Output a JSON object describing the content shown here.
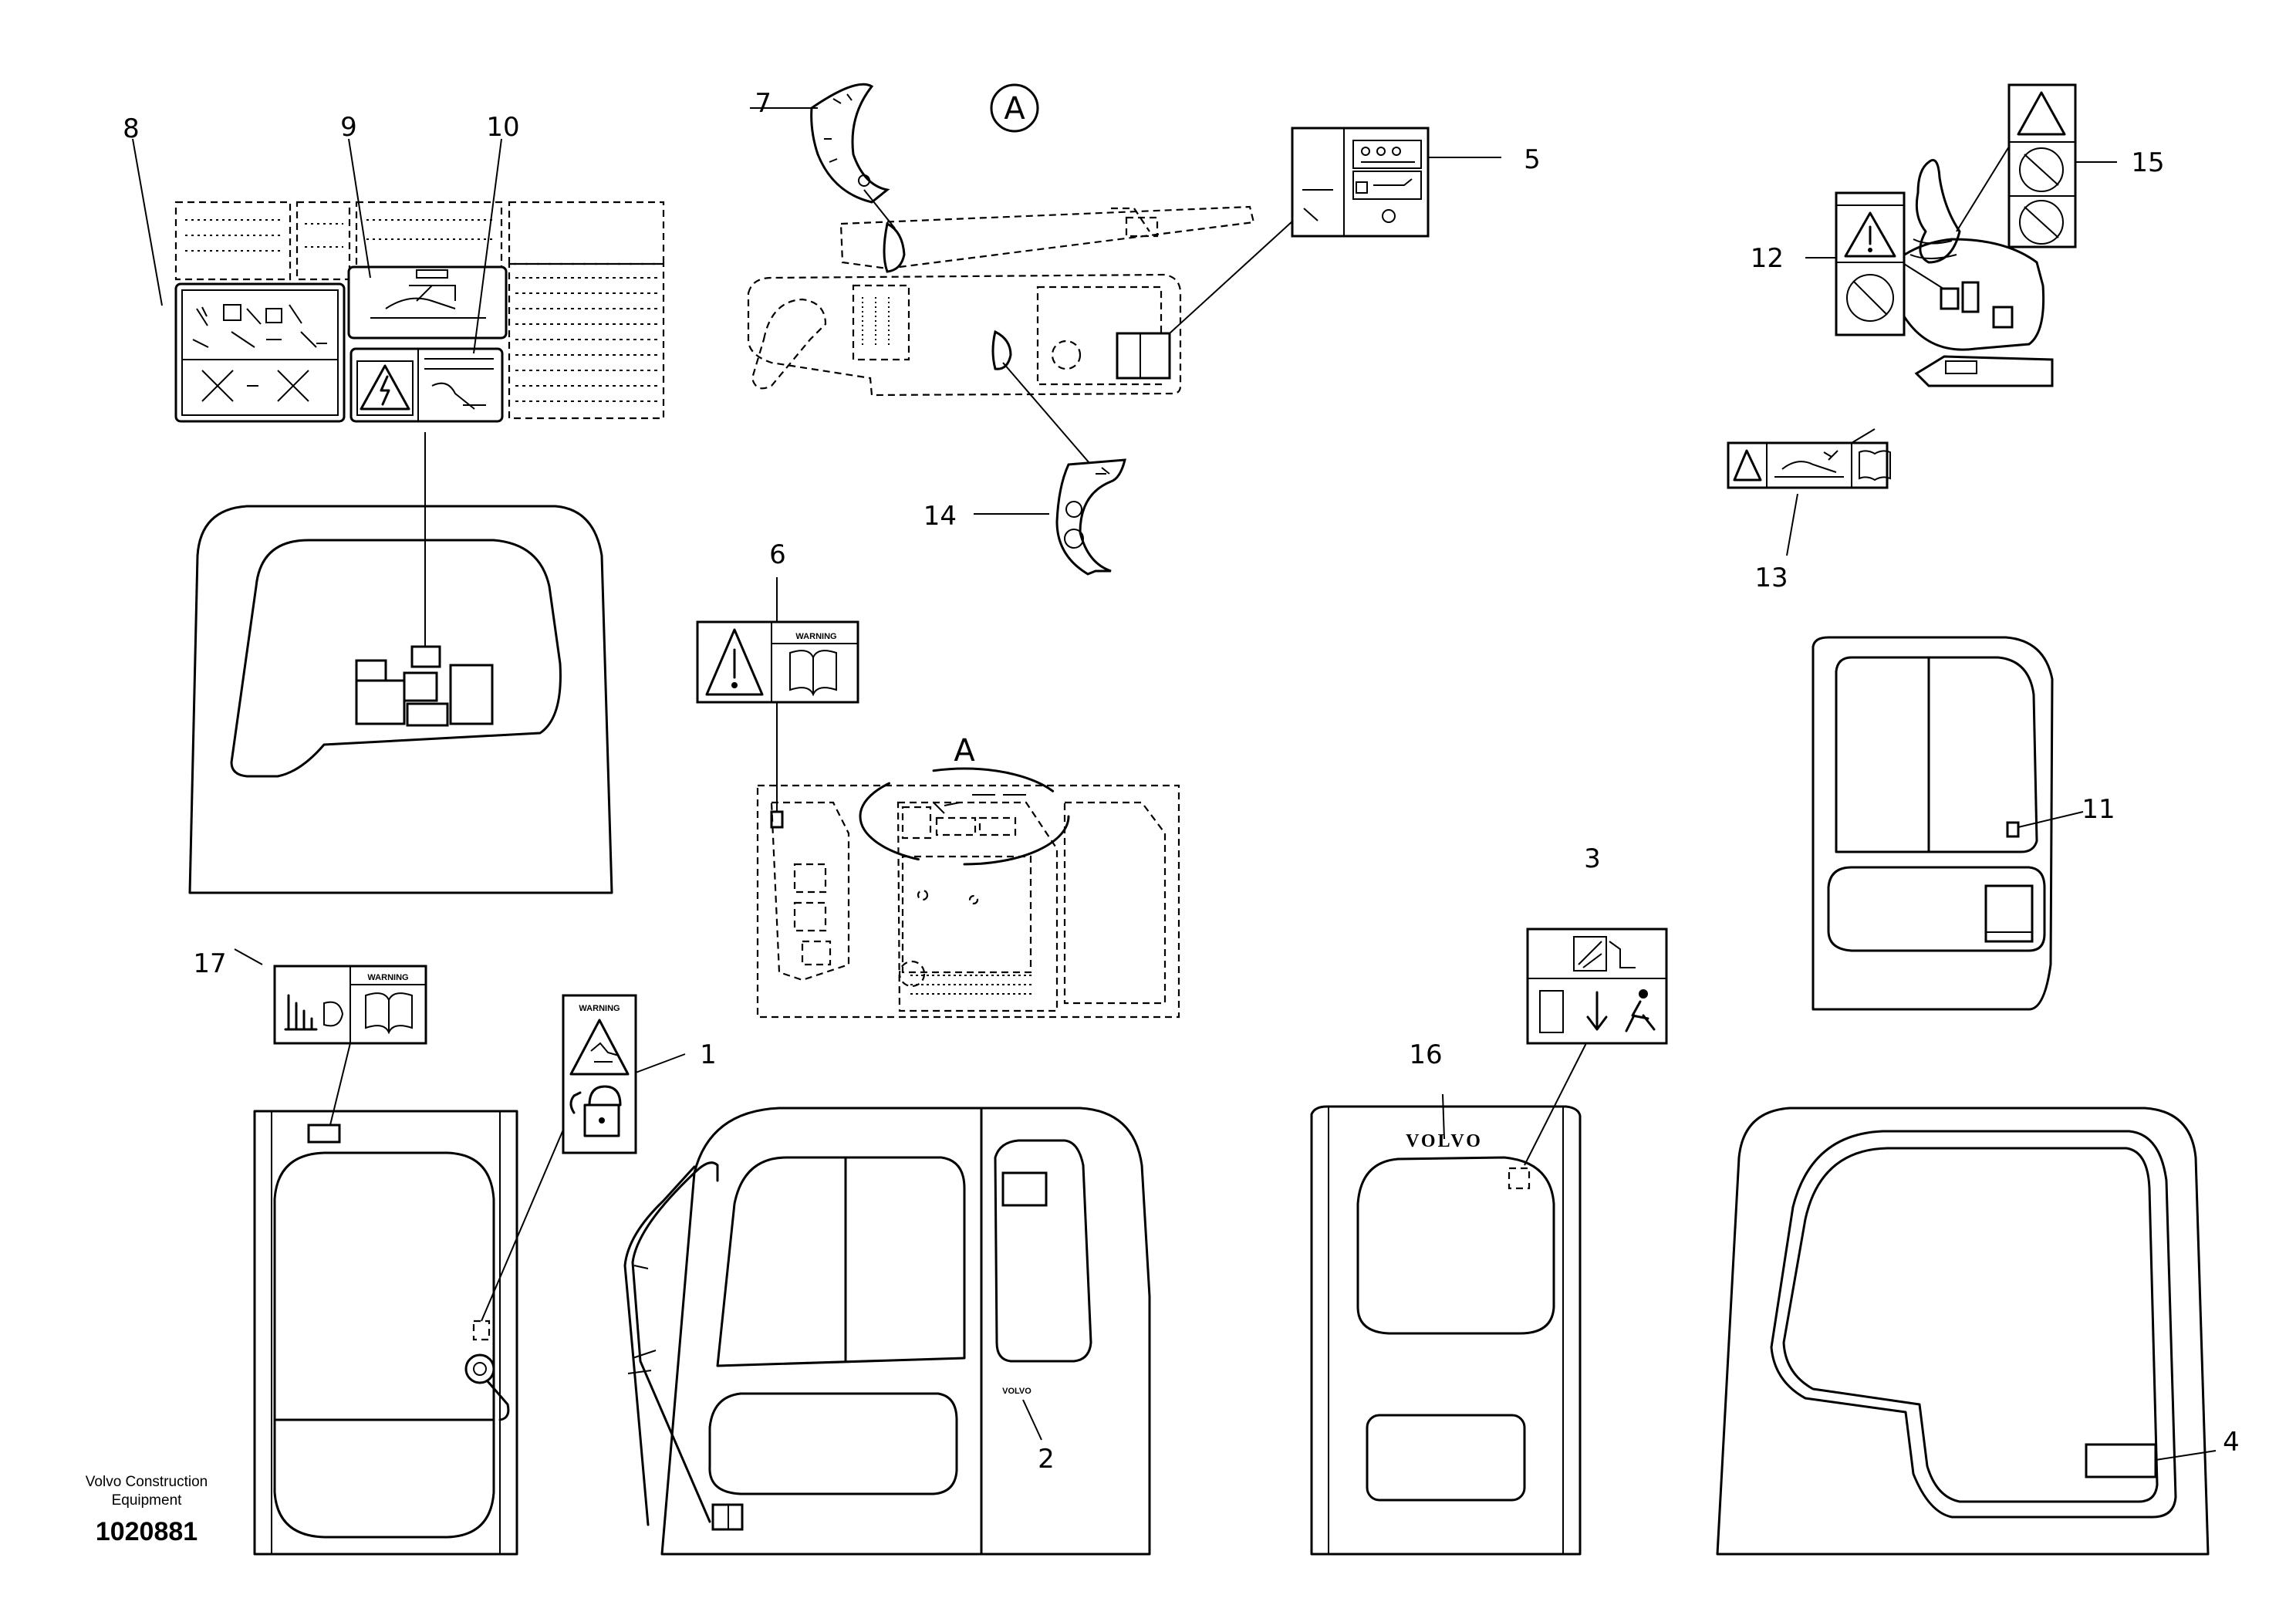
{
  "drawing": {
    "company_line1": "Volvo Construction",
    "company_line2": "Equipment",
    "ref_number": "1020881",
    "view_letter": "A"
  },
  "callouts": {
    "c1": "1",
    "c2": "2",
    "c3": "3",
    "c4": "4",
    "c5": "5",
    "c6": "6",
    "c7": "7",
    "c8": "8",
    "c9": "9",
    "c10": "10",
    "c11": "11",
    "c12": "12",
    "c13": "13",
    "c14": "14",
    "c15": "15",
    "c16": "16",
    "c17": "17"
  },
  "decals": {
    "warning_text": "WARNING",
    "brand": "VOLVO"
  }
}
